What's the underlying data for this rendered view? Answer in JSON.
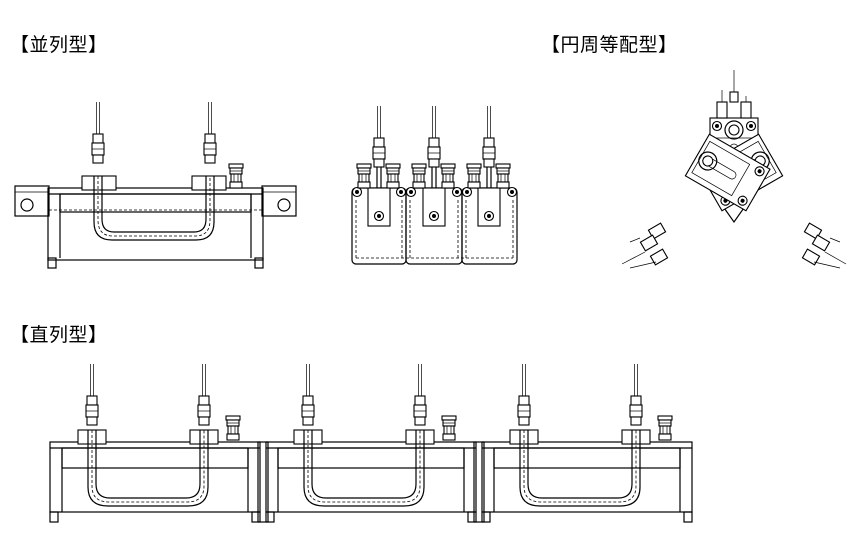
{
  "labels": {
    "parallel": "【並列型】",
    "circular": "【円周等配型】",
    "series": "【直列型】"
  }
}
